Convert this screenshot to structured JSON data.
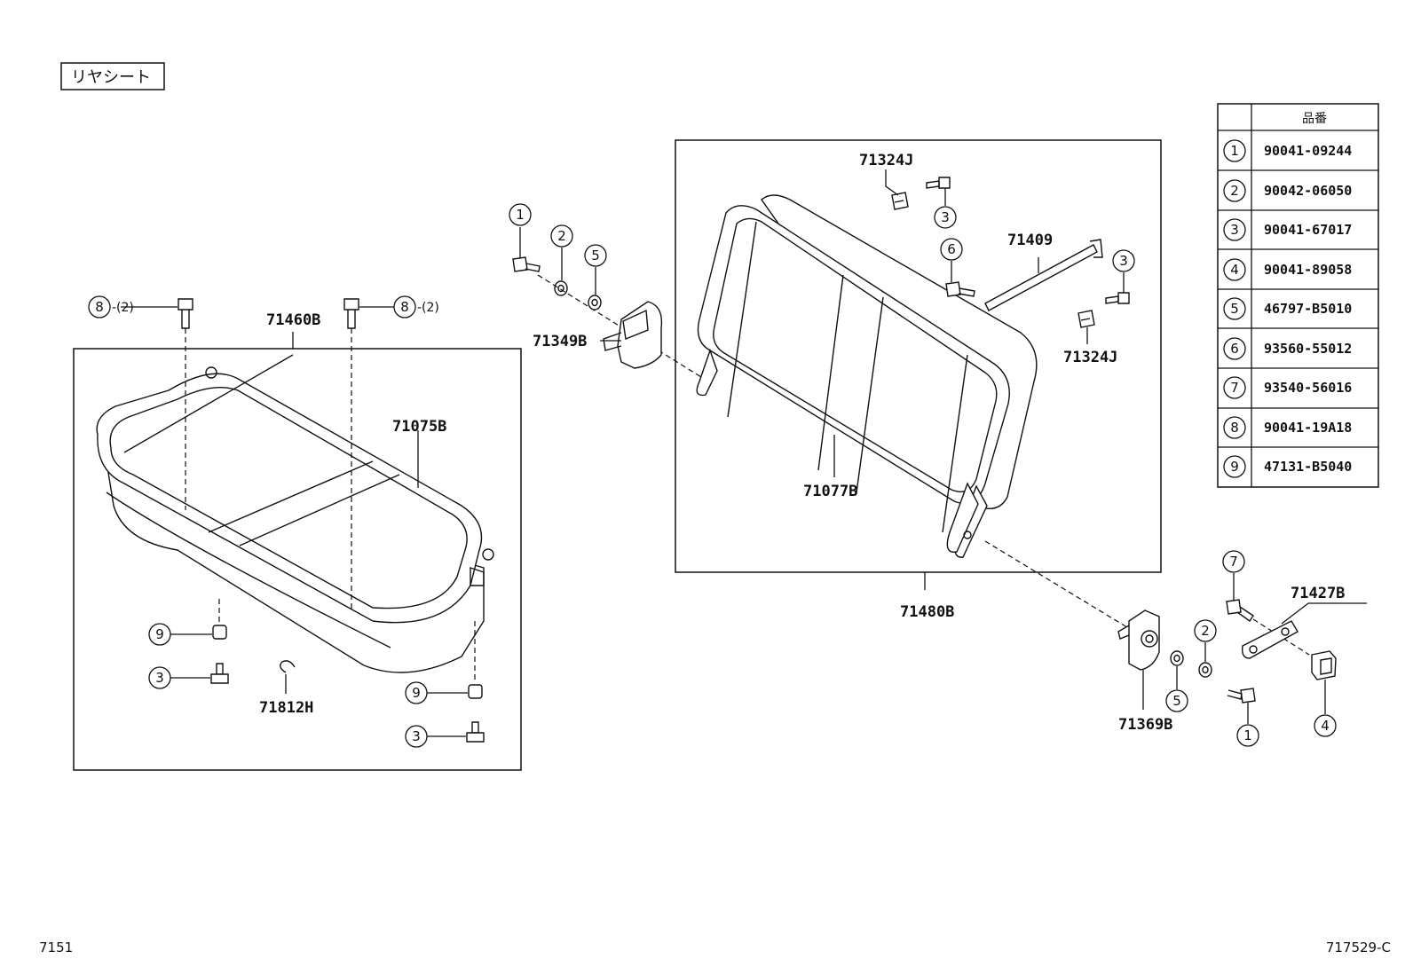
{
  "section_title": "リヤシート",
  "parts": {
    "seat_cushion_assy": "71460B",
    "cushion_cover": "71075B",
    "seat_back_assy": "71480B",
    "back_cover": "71077B",
    "hinge_left": "71349B",
    "clip_upper": "71324J",
    "clip_right": "71324J",
    "rod": "71409",
    "hinge_right": "71369B",
    "lock_cover": "71427B",
    "ring": "71812H"
  },
  "qty_marks": {
    "left": "-(2)",
    "right": "-(2)"
  },
  "callouts": {
    "c1a": "1",
    "c2a": "2",
    "c5a": "5",
    "c8a": "8",
    "c8b": "8",
    "c9a": "9",
    "c3a": "3",
    "c9b": "9",
    "c3b": "3",
    "c3c": "3",
    "c6a": "6",
    "c3d": "3",
    "c7a": "7",
    "c2b": "2",
    "c5b": "5",
    "c1b": "1",
    "c4a": "4"
  },
  "table": {
    "header": "品番",
    "rows": [
      {
        "no": "1",
        "code": "90041-09244"
      },
      {
        "no": "2",
        "code": "90042-06050"
      },
      {
        "no": "3",
        "code": "90041-67017"
      },
      {
        "no": "4",
        "code": "90041-89058"
      },
      {
        "no": "5",
        "code": "46797-B5010"
      },
      {
        "no": "6",
        "code": "93560-55012"
      },
      {
        "no": "7",
        "code": "93540-56016"
      },
      {
        "no": "8",
        "code": "90041-19A18"
      },
      {
        "no": "9",
        "code": "47131-B5040"
      }
    ]
  },
  "footer": {
    "page_code": "7151",
    "illust_code": "717529-C"
  }
}
